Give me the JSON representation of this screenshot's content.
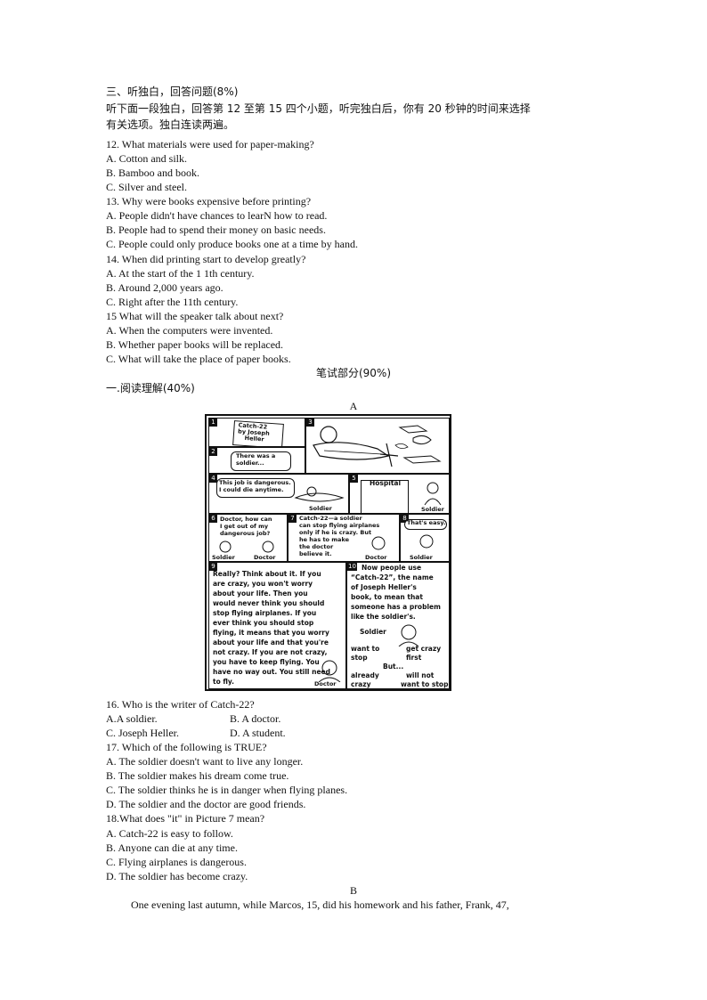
{
  "listening": {
    "section_title": "三、听独白，回答问题(8%)",
    "instruction_1": "听下面一段独白，回答第 12 至第 15 四个小题，听完独白后，你有 20 秒钟的时间来选择",
    "instruction_2": "有关选项。独白连读两遍。",
    "questions": [
      {
        "q": "12. What materials were used for paper-making?",
        "options": [
          "A. Cotton and silk.",
          "B. Bamboo and book.",
          "C. Silver and steel."
        ]
      },
      {
        "q": "13. Why were books expensive before printing?",
        "options": [
          "A. People didn't have chances to learN how to read.",
          "B. People had to spend their money on basic needs.",
          "C. People could only produce books one at a time by hand."
        ]
      },
      {
        "q": "14. When did printing start to develop greatly?",
        "options": [
          "A. At the start of the 1 1th century.",
          "B. Around 2,000 years ago.",
          "C. Right after the 11th century."
        ]
      },
      {
        "q": "15 What will the speaker talk about next?",
        "options": [
          "A. When the computers were invented.",
          "B. Whether paper books will be replaced.",
          "C. What will take the place of paper books."
        ]
      }
    ]
  },
  "written": {
    "part_title": "笔试部分(90%)",
    "reading_title": "一.阅读理解(40%)",
    "passage_a_label": "A",
    "passage_b_label": "B",
    "passage_b_start": "One evening last autumn, while Marcos, 15, did his homework and his father, Frank, 47,"
  },
  "comic": {
    "p1_book": [
      "Catch-22",
      "by Joseph",
      "Heller"
    ],
    "p2_caption": [
      "There was a",
      "soldier..."
    ],
    "p4_speech": [
      "This job is dangerous.",
      "I could die anytime."
    ],
    "p4_label": "Soldier",
    "p5_sign": "Hospital",
    "p5_label": "Soldier",
    "p6_speech": [
      "Doctor, how can",
      "I get out of my",
      "dangerous job?"
    ],
    "p6_soldier": "Soldier",
    "p6_doctor": "Doctor",
    "p7_text": [
      "Catch-22—a soldier",
      "can stop flying airplanes",
      "only if he is crazy. But",
      "he has to make",
      "the doctor",
      "believe it."
    ],
    "p7_label": "Doctor",
    "p8_speech": "That's easy.",
    "p8_label": "Soldier",
    "p9_text": [
      "Really? Think about it. If you",
      "are crazy, you won't worry",
      "about your life. Then you",
      "would never think you should",
      "stop flying airplanes. If you",
      "ever think you should stop",
      "flying, it means that you worry",
      "about your life and that you're",
      "not crazy. If you are not crazy,",
      "you have to keep flying. You",
      "have no way out. You still need",
      "to fly."
    ],
    "p9_label": "Doctor",
    "p10_text": [
      "Now people use",
      "“Catch-22”, the name",
      "of Joseph Heller's",
      "book, to mean that",
      "someone has a problem",
      "like the soldier's."
    ],
    "p10_soldier": "Soldier",
    "p10_want_stop": [
      "want to",
      "stop"
    ],
    "p10_get_crazy": [
      "get crazy",
      "first"
    ],
    "p10_but": "But...",
    "p10_already": [
      "already",
      "crazy"
    ],
    "p10_will_not": [
      "will not",
      "want to stop"
    ],
    "panel_numbers": [
      "1",
      "2",
      "3",
      "4",
      "5",
      "6",
      "7",
      "8",
      "9",
      "10"
    ]
  },
  "reading_questions": [
    {
      "q": "16. Who is the writer of Catch-22?",
      "options_row1": [
        "A.A soldier.",
        "B. A doctor."
      ],
      "options_row2": [
        "C. Joseph Heller.",
        "D. A student."
      ]
    },
    {
      "q": "17. Which of the following is TRUE?",
      "options": [
        "A. The soldier doesn't want to live any longer.",
        "B. The soldier makes his dream come true.",
        "C. The soldier thinks he is in danger when flying planes.",
        "D. The soldier and the doctor are good friends."
      ]
    },
    {
      "q": "18.What does \"it\" in Picture 7 mean?",
      "options": [
        "A. Catch-22 is easy to follow.",
        "B. Anyone can die at any time.",
        "C. Flying airplanes is dangerous.",
        "D. The soldier has become crazy."
      ]
    }
  ]
}
